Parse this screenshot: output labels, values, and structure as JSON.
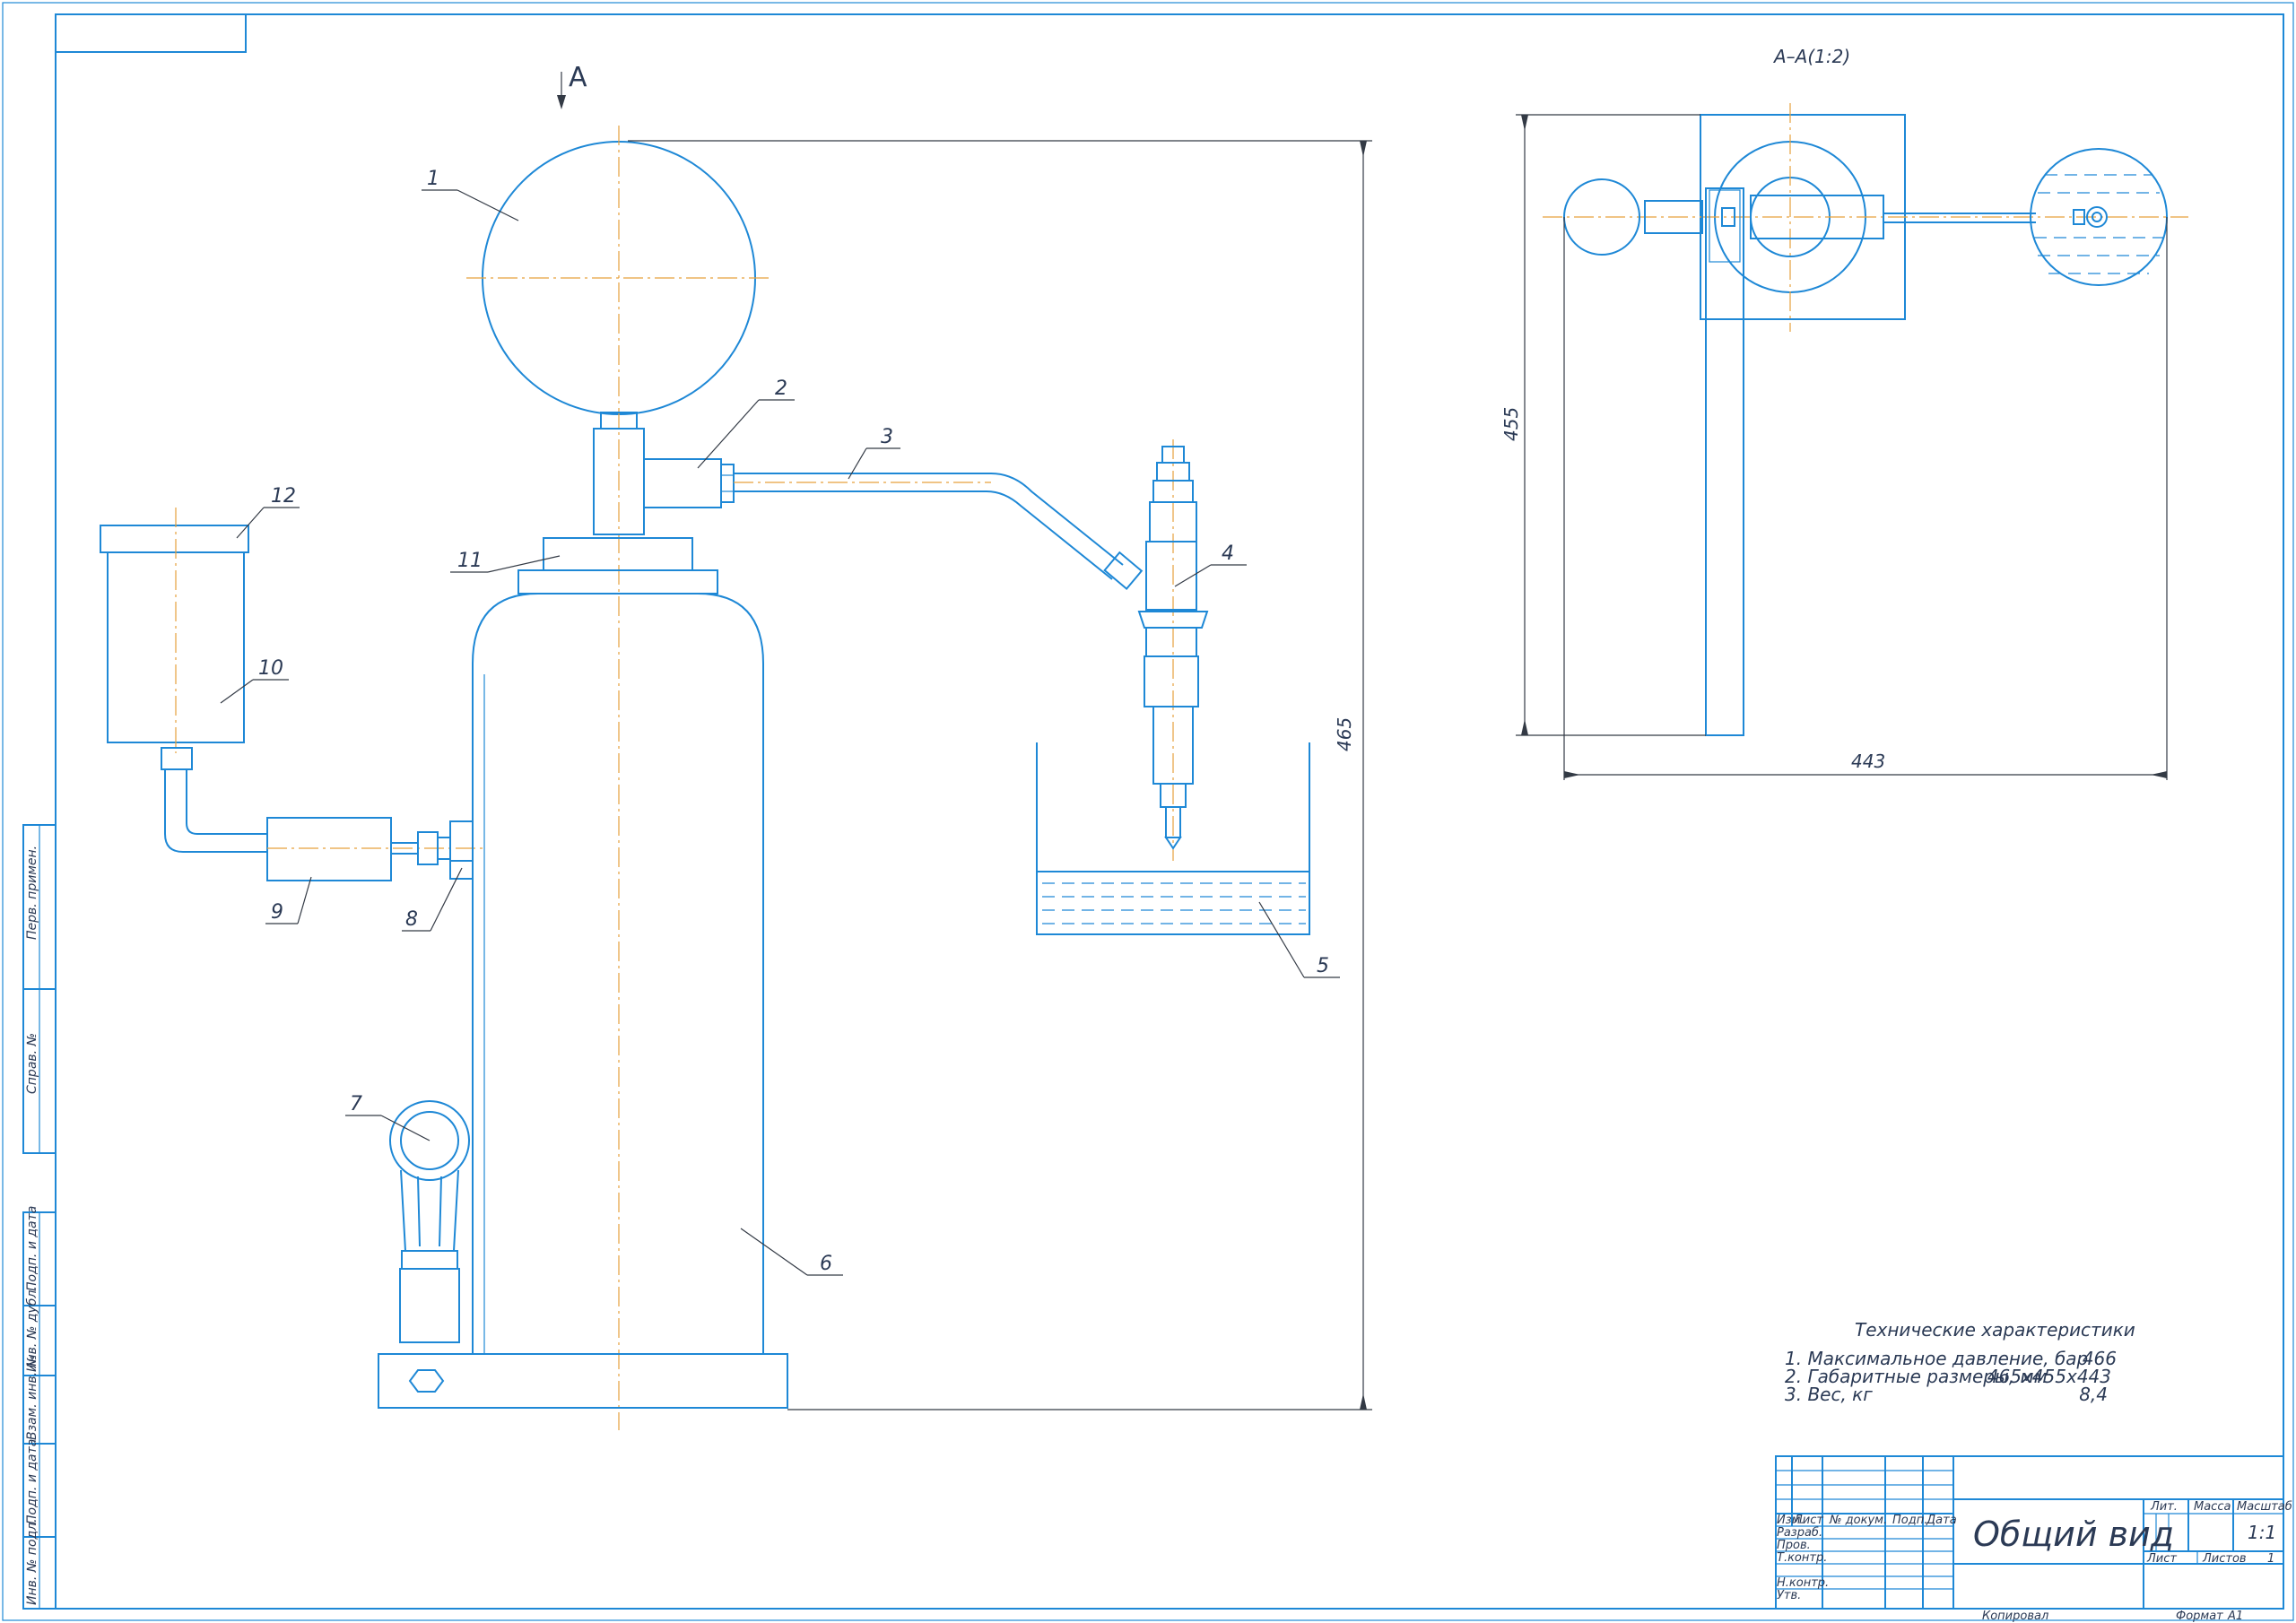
{
  "view_label": "A",
  "section_title": "A–A(1:2)",
  "dims": {
    "height_main": "465",
    "height_view": "455",
    "width_view": "443"
  },
  "part_numbers": [
    "1",
    "2",
    "3",
    "4",
    "5",
    "6",
    "7",
    "8",
    "9",
    "10",
    "11",
    "12"
  ],
  "specs": {
    "title": "Технические характеристики",
    "rows": [
      {
        "label": "1. Максимальное давление, бар",
        "value": "466"
      },
      {
        "label": "2. Габаритные размеры, мм",
        "value": "465x455x443"
      },
      {
        "label": "3. Вес, кг",
        "value": "8,4"
      }
    ]
  },
  "side_stamp": [
    "Перв. примен.",
    "Справ. №",
    "Подп. и дата",
    "Инв. № дубл.",
    "Взам. инв. №",
    "Подп. и дата",
    "Инв. № подл."
  ],
  "title_block": {
    "header": [
      "Изм.",
      "Лист",
      "№ докум.",
      "Подп.",
      "Дата"
    ],
    "roles": [
      "Разраб.",
      "Пров.",
      "Т.контр.",
      "",
      "Н.контр.",
      "Утв."
    ],
    "name": "Общий вид",
    "lit": "Лит.",
    "mass": "Масса",
    "scale": "Масштаб",
    "scale_value": "1:1",
    "sheet": "Лист",
    "sheets": "Листов",
    "sheets_value": "1",
    "copied": "Копировал",
    "format": "Формат",
    "format_value": "А1"
  },
  "colors": {
    "line": "#1e88d6",
    "axis": "#e7a13c",
    "dim": "#333a45"
  }
}
